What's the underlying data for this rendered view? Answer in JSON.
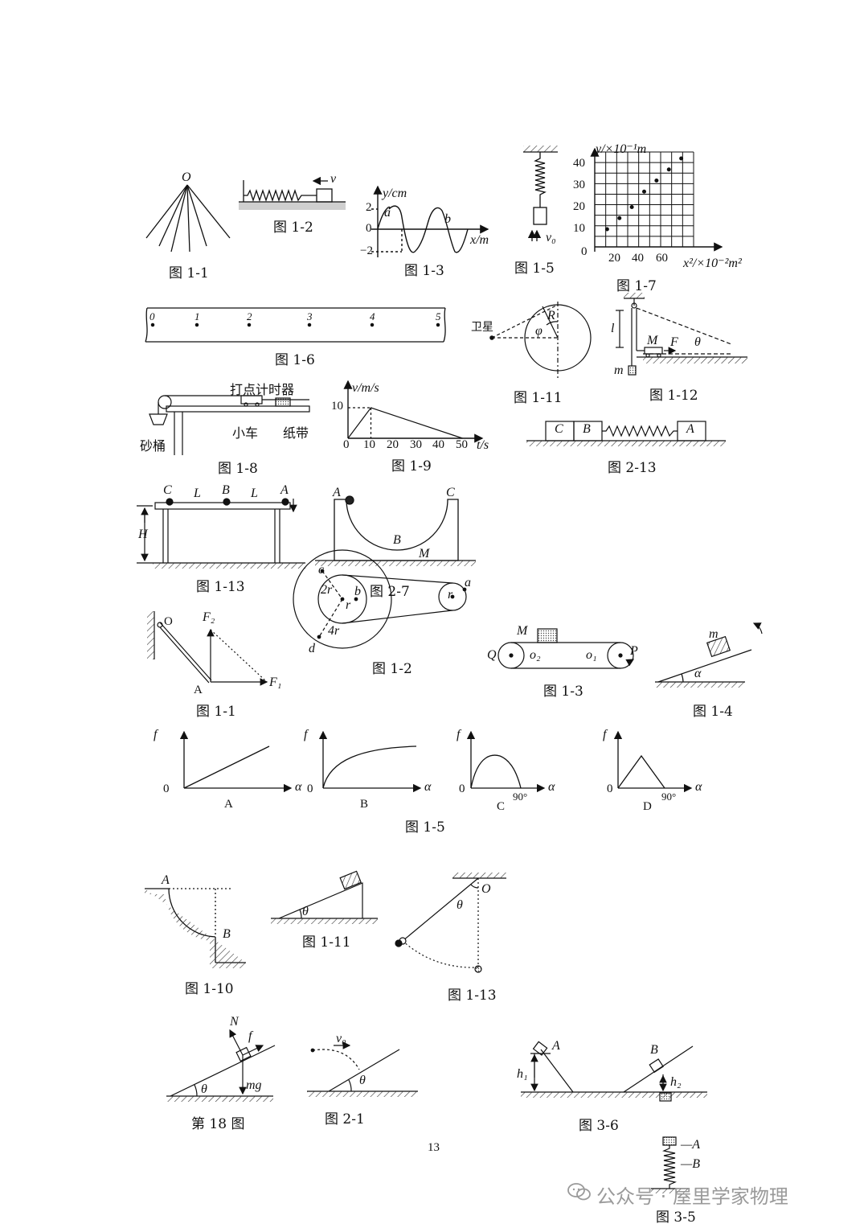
{
  "page_number": "13",
  "watermark": {
    "text": "公众号 · 屋里学家物理"
  },
  "figures": {
    "f1_1a": {
      "caption": "图 1-1",
      "labels": [
        "O"
      ]
    },
    "f1_2a": {
      "caption": "图 1-2",
      "labels": [
        "v"
      ]
    },
    "f1_3a": {
      "caption": "图 1-3",
      "labels": {
        "y": "y/cm",
        "x": "x/m",
        "a": "a",
        "b": "b",
        "t2": "2",
        "t0": "0",
        "tm2": "−2"
      }
    },
    "f1_5a": {
      "caption": "图 1-5",
      "labels": {
        "v0": "v₀"
      }
    },
    "f1_7": {
      "caption": "图 1-7",
      "chart_data": {
        "type": "scatter",
        "xlabel": "x²/×10⁻²m²",
        "ylabel": "y/×10⁻¹m",
        "xticks": [
          "20",
          "40",
          "60"
        ],
        "yticks": [
          "40",
          "30",
          "20",
          "10",
          "0"
        ],
        "xlim": [
          0,
          80
        ],
        "ylim": [
          0,
          40
        ],
        "x": [
          10,
          20,
          30,
          40,
          50,
          60,
          70
        ],
        "y": [
          8,
          13,
          18,
          25,
          30,
          35,
          40
        ]
      }
    },
    "f1_6": {
      "caption": "图 1-6",
      "labels": [
        "0",
        "1",
        "2",
        "3",
        "4",
        "5"
      ]
    },
    "f1_11a": {
      "caption": "图 1-11",
      "labels": {
        "sat": "卫星",
        "R": "R",
        "phi": "φ"
      }
    },
    "f1_12": {
      "caption": "图 1-12",
      "labels": {
        "l": "l",
        "M": "M",
        "F": "F",
        "theta": "θ",
        "m": "m"
      }
    },
    "f1_8": {
      "caption": "图 1-8",
      "labels": {
        "timer": "打点计时器",
        "bucket": "砂桶",
        "cart": "小车",
        "tape": "纸带"
      }
    },
    "f1_9": {
      "caption": "图 1-9",
      "chart_data": {
        "type": "line",
        "ylabel": "v/m/s",
        "xlabel": "t/s",
        "x": [
          0,
          10,
          50
        ],
        "y": [
          0,
          10,
          0
        ],
        "xticks": [
          "0",
          "10",
          "20",
          "30",
          "40",
          "50"
        ],
        "yticks": [
          "10"
        ]
      }
    },
    "f2_13": {
      "caption": "图 2-13",
      "labels": [
        "C",
        "B",
        "A"
      ]
    },
    "f1_13a": {
      "caption": "图 1-13",
      "labels": {
        "C": "C",
        "B": "B",
        "A": "A",
        "L1": "L",
        "L2": "L",
        "H": "H"
      }
    },
    "f2_7": {
      "caption": "图 2-7",
      "labels": {
        "A": "A",
        "B": "B",
        "C": "C",
        "M": "M"
      }
    },
    "f1_1b": {
      "caption": "图 1-1",
      "labels": {
        "O": "O",
        "F2": "F₂",
        "F1": "F₁",
        "A": "A"
      }
    },
    "f1_2b": {
      "caption": "图 1-2",
      "labels": {
        "c": "c",
        "2r": "2r",
        "b": "b",
        "r1": "r",
        "4r": "4r",
        "d": "d",
        "r2": "r",
        "a": "a"
      }
    },
    "f1_3b": {
      "caption": "图 1-3",
      "labels": {
        "M": "M",
        "Q": "Q",
        "o2": "o₂",
        "o1": "o₁",
        "P": "P"
      }
    },
    "f1_4": {
      "caption": "图 1-4",
      "labels": {
        "m": "m",
        "alpha": "α"
      }
    },
    "f1_5b": {
      "caption": "图 1-5",
      "panels": [
        {
          "name": "A",
          "ylabel": "f",
          "xlabel": "α",
          "origin": "0",
          "shape": "straight line rising from origin"
        },
        {
          "name": "B",
          "ylabel": "f",
          "xlabel": "α",
          "origin": "0",
          "shape": "concave curve rising to a plateau"
        },
        {
          "name": "C",
          "ylabel": "f",
          "xlabel": "α",
          "origin": "0",
          "tick": "90°",
          "shape": "arch returning to zero at 90°"
        },
        {
          "name": "D",
          "ylabel": "f",
          "xlabel": "α",
          "origin": "0",
          "tick": "90°",
          "shape": "triangle returning to zero at 90°"
        }
      ]
    },
    "f1_10": {
      "caption": "图 1-10",
      "labels": [
        "A",
        "B"
      ]
    },
    "f1_11b": {
      "caption": "图 1-11",
      "labels": [
        "θ"
      ]
    },
    "f1_13b": {
      "caption": "图 1-13",
      "labels": [
        "O",
        "θ"
      ]
    },
    "f18": {
      "caption": "第 18 图",
      "labels": {
        "N": "N",
        "f": "f",
        "mg": "mg",
        "theta": "θ"
      }
    },
    "f2_1": {
      "caption": "图 2-1",
      "labels": {
        "v0": "v₀",
        "theta": "θ"
      }
    },
    "f3_6": {
      "caption": "图 3-6",
      "labels": {
        "A": "A",
        "B": "B",
        "h1": "h₁",
        "h2": "h₂"
      }
    },
    "f3_5": {
      "caption": "图 3-5",
      "labels": {
        "A": "—A",
        "B": "—B"
      }
    }
  }
}
